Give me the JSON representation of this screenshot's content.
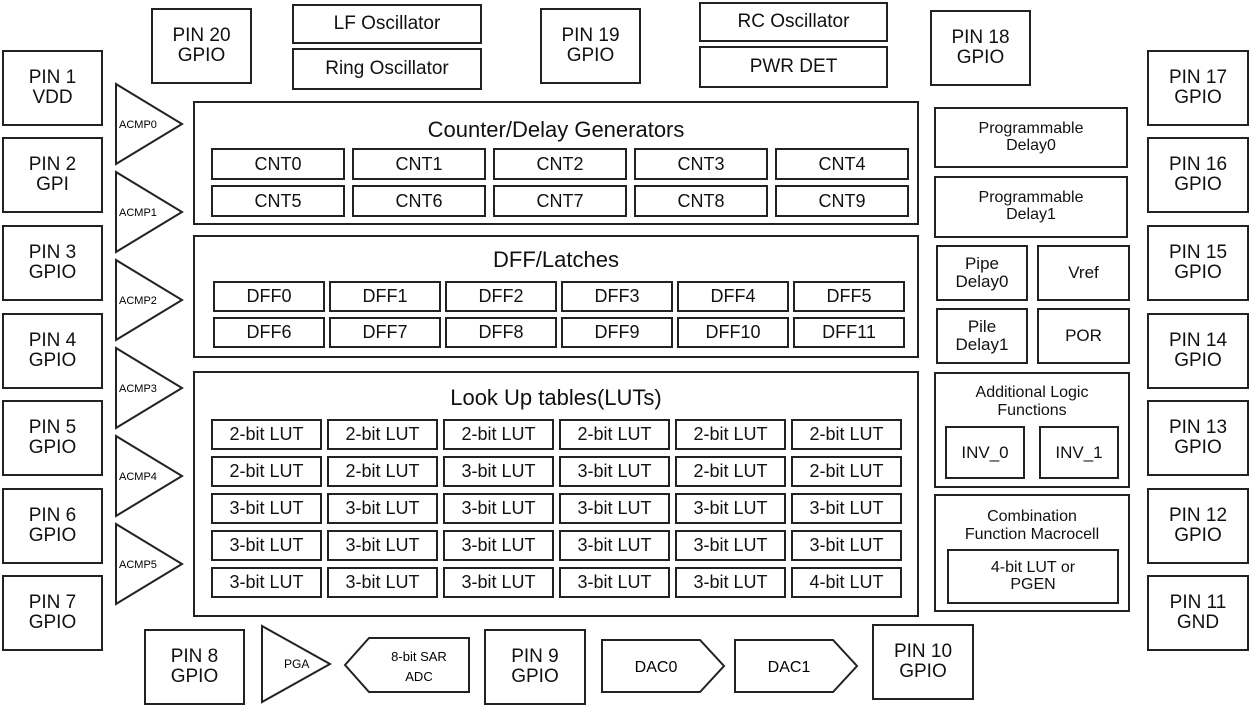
{
  "pins": {
    "pin1": "PIN 1\nVDD",
    "pin2": "PIN 2\nGPI",
    "pin3": "PIN 3\nGPIO",
    "pin4": "PIN 4\nGPIO",
    "pin5": "PIN 5\nGPIO",
    "pin6": "PIN 6\nGPIO",
    "pin7": "PIN 7\nGPIO",
    "pin8": "PIN 8\nGPIO",
    "pin9": "PIN 9\nGPIO",
    "pin10": "PIN 10\nGPIO",
    "pin11": "PIN 11\nGND",
    "pin12": "PIN 12\nGPIO",
    "pin13": "PIN 13\nGPIO",
    "pin14": "PIN 14\nGPIO",
    "pin15": "PIN 15\nGPIO",
    "pin16": "PIN 16\nGPIO",
    "pin17": "PIN 17\nGPIO",
    "pin18": "PIN 18\nGPIO",
    "pin19": "PIN 19\nGPIO",
    "pin20": "PIN 20\nGPIO"
  },
  "oscillators": {
    "lf": "LF Oscillator",
    "ring": "Ring Oscillator",
    "rc": "RC Oscillator",
    "pwr_det": "PWR DET"
  },
  "acmps": [
    "ACMP0",
    "ACMP1",
    "ACMP2",
    "ACMP3",
    "ACMP4",
    "ACMP5"
  ],
  "counters": {
    "title": "Counter/Delay Generators",
    "cells": [
      "CNT0",
      "CNT1",
      "CNT2",
      "CNT3",
      "CNT4",
      "CNT5",
      "CNT6",
      "CNT7",
      "CNT8",
      "CNT9"
    ]
  },
  "dff": {
    "title": "DFF/Latches",
    "cells": [
      "DFF0",
      "DFF1",
      "DFF2",
      "DFF3",
      "DFF4",
      "DFF5",
      "DFF6",
      "DFF7",
      "DFF8",
      "DFF9",
      "DFF10",
      "DFF11"
    ]
  },
  "luts": {
    "title": "Look Up tables(LUTs)",
    "cells": [
      "2-bit LUT",
      "2-bit LUT",
      "2-bit LUT",
      "2-bit LUT",
      "2-bit LUT",
      "2-bit LUT",
      "2-bit LUT",
      "2-bit LUT",
      "3-bit LUT",
      "3-bit LUT",
      "2-bit LUT",
      "2-bit LUT",
      "3-bit LUT",
      "3-bit LUT",
      "3-bit LUT",
      "3-bit LUT",
      "3-bit LUT",
      "3-bit LUT",
      "3-bit LUT",
      "3-bit LUT",
      "3-bit LUT",
      "3-bit LUT",
      "3-bit LUT",
      "3-bit LUT",
      "3-bit LUT",
      "3-bit LUT",
      "3-bit LUT",
      "3-bit LUT",
      "3-bit LUT",
      "4-bit LUT"
    ]
  },
  "right_blocks": {
    "prog_delay0": "Programmable\nDelay0",
    "prog_delay1": "Programmable\nDelay1",
    "pipe_delay0": "Pipe\nDelay0",
    "vref": "Vref",
    "pile_delay1": "Pile\nDelay1",
    "por": "POR",
    "add_logic_title": "Additional Logic\nFunctions",
    "inv0": "INV_0",
    "inv1": "INV_1",
    "comb_title": "Combination\nFunction Macrocell",
    "comb_inner": "4-bit LUT or\nPGEN"
  },
  "bottom": {
    "pga": "PGA",
    "adc_line1": "8-bit SAR",
    "adc_line2": "ADC",
    "dac0": "DAC0",
    "dac1": "DAC1"
  }
}
